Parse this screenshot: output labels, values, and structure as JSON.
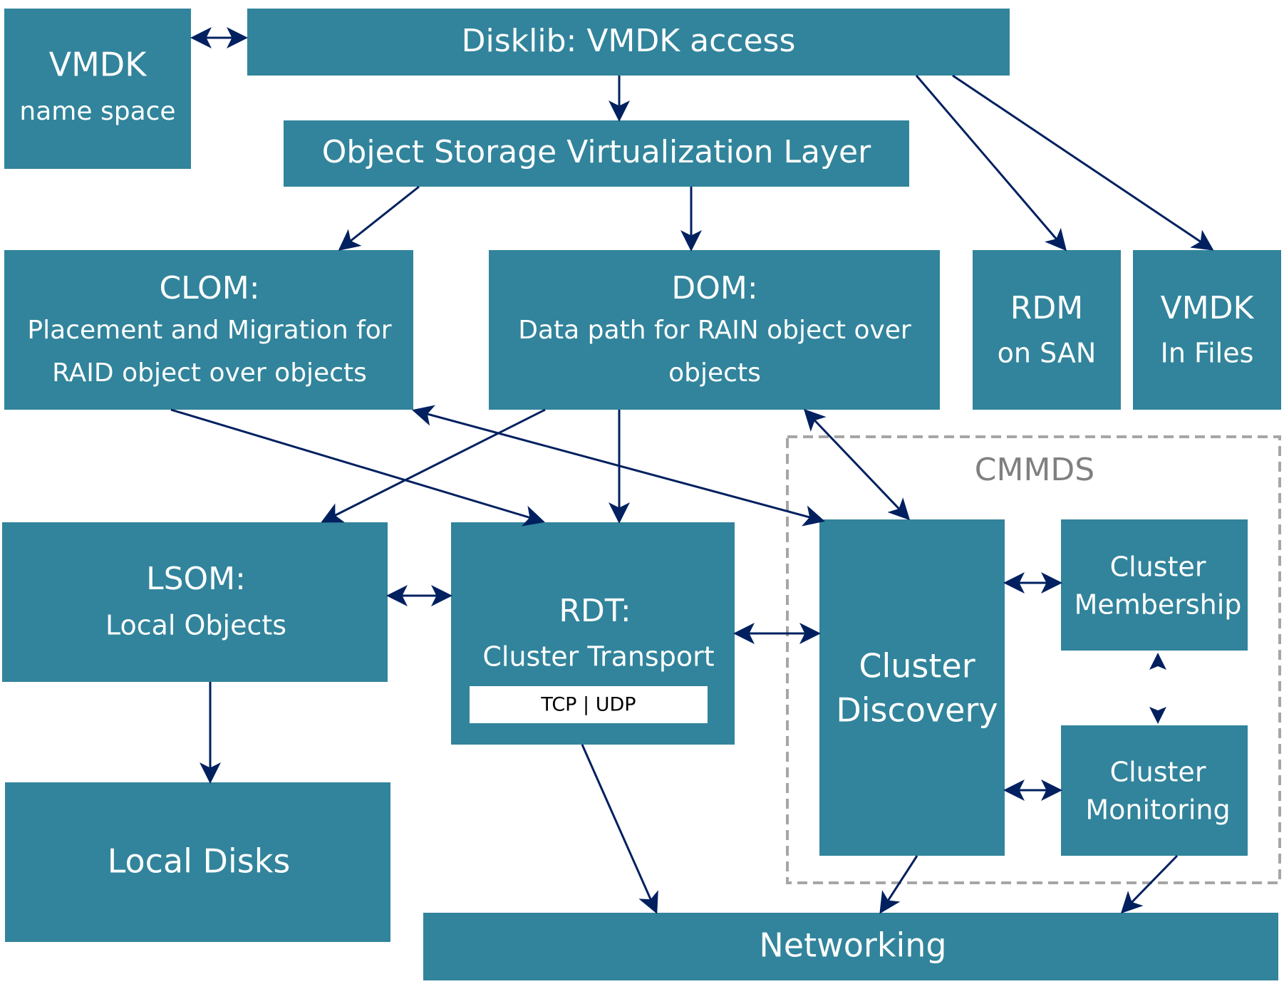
{
  "title": "vSAN architecture diagram",
  "colors": {
    "box": "#31849B",
    "arrow": "#002060",
    "group_border": "#A6A6A6",
    "group_label": "#808080",
    "text": "#FFFFFF"
  },
  "boxes": {
    "vmdk_namespace": {
      "lines": [
        "VMDK",
        "name space"
      ]
    },
    "disklib": {
      "lines": [
        "Disklib: VMDK access"
      ]
    },
    "osvl": {
      "lines": [
        "Object Storage Virtualization Layer"
      ]
    },
    "clom": {
      "lines": [
        "CLOM:",
        "Placement and Migration for",
        "RAID object over objects"
      ]
    },
    "dom": {
      "lines": [
        "DOM:",
        "Data path for RAIN object over",
        "objects"
      ]
    },
    "rdm": {
      "lines": [
        "RDM",
        "on SAN"
      ]
    },
    "vmdk_in_files": {
      "lines": [
        "VMDK",
        "In Files"
      ]
    },
    "lsom": {
      "lines": [
        "LSOM:",
        "Local Objects"
      ]
    },
    "rdt": {
      "lines": [
        "RDT:",
        "Cluster Transport"
      ],
      "protocols": "TCP | UDP"
    },
    "cluster_discovery": {
      "lines": [
        "Cluster",
        "Discovery"
      ]
    },
    "cluster_membership": {
      "lines": [
        "Cluster",
        "Membership"
      ]
    },
    "cluster_monitoring": {
      "lines": [
        "Cluster",
        "Monitoring"
      ]
    },
    "local_disks": {
      "lines": [
        "Local Disks"
      ]
    },
    "networking": {
      "lines": [
        "Networking"
      ]
    }
  },
  "group": {
    "label": "CMMDS"
  },
  "connections": [
    {
      "from": "vmdk_namespace",
      "to": "disklib",
      "type": "bidirectional"
    },
    {
      "from": "disklib",
      "to": "osvl",
      "type": "directed"
    },
    {
      "from": "disklib",
      "to": "rdm",
      "type": "directed"
    },
    {
      "from": "disklib",
      "to": "vmdk_in_files",
      "type": "directed"
    },
    {
      "from": "osvl",
      "to": "clom",
      "type": "directed"
    },
    {
      "from": "osvl",
      "to": "dom",
      "type": "directed"
    },
    {
      "from": "clom",
      "to": "rdt",
      "type": "directed"
    },
    {
      "from": "clom",
      "to": "cluster_discovery",
      "type": "bidirectional"
    },
    {
      "from": "dom",
      "to": "lsom",
      "type": "directed"
    },
    {
      "from": "dom",
      "to": "rdt",
      "type": "directed"
    },
    {
      "from": "dom",
      "to": "cluster_discovery",
      "type": "bidirectional"
    },
    {
      "from": "lsom",
      "to": "rdt",
      "type": "bidirectional"
    },
    {
      "from": "lsom",
      "to": "local_disks",
      "type": "directed"
    },
    {
      "from": "rdt",
      "to": "cluster_discovery",
      "type": "bidirectional"
    },
    {
      "from": "rdt",
      "to": "networking",
      "type": "directed"
    },
    {
      "from": "cluster_discovery",
      "to": "cluster_membership",
      "type": "bidirectional"
    },
    {
      "from": "cluster_discovery",
      "to": "cluster_monitoring",
      "type": "bidirectional"
    },
    {
      "from": "cluster_membership",
      "to": "cluster_monitoring",
      "type": "bidirectional"
    },
    {
      "from": "cluster_discovery",
      "to": "networking",
      "type": "directed"
    },
    {
      "from": "cluster_monitoring",
      "to": "networking",
      "type": "directed"
    }
  ]
}
